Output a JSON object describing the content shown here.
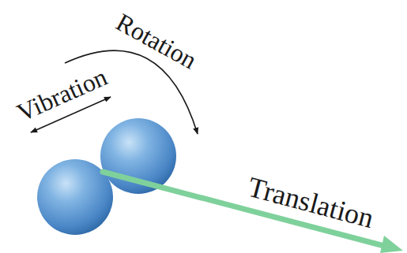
{
  "diagram": {
    "labels": [
      "Vibration",
      "Rotation",
      "Translation"
    ]
  }
}
